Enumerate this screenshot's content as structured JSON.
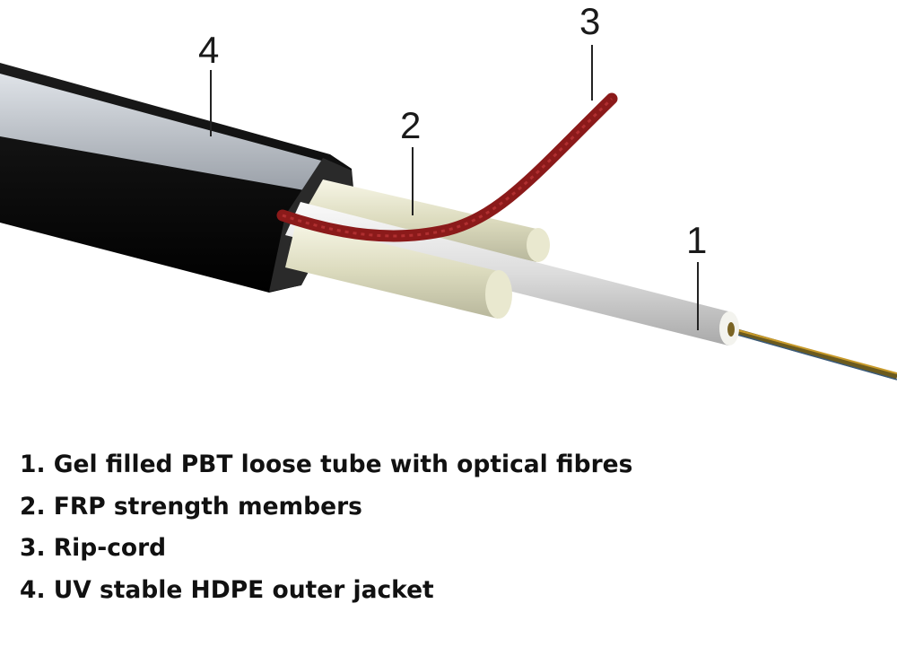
{
  "callouts": {
    "one": "1",
    "two": "2",
    "three": "3",
    "four": "4"
  },
  "legend": [
    "1. Gel filled PBT loose tube with optical fibres",
    "2. FRP strength members",
    "3. Rip-cord",
    "4. UV stable HDPE outer jacket"
  ],
  "colors": {
    "jacket": "#0d0d0d",
    "ripcord": "#8b1a1a",
    "strength": "#e8e6cc",
    "tube": "#e6e6e6"
  }
}
